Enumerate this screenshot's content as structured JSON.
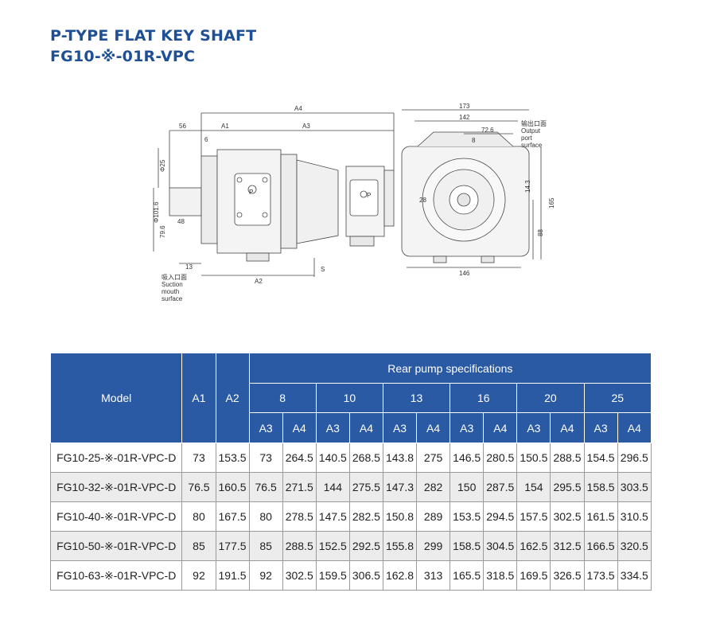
{
  "title": {
    "line1": "P-TYPE FLAT KEY SHAFT",
    "line2": "FG10-※-01R-VPC"
  },
  "drawing": {
    "dims": {
      "a4": "A4",
      "a1": "A1",
      "a3": "A3",
      "a2": "A2",
      "d56": "56",
      "d6": "6",
      "d48": "48",
      "d13": "13",
      "s": "S",
      "phi25": "Φ25",
      "phi101": "Φ101.6",
      "d79": "79.6",
      "d173": "173",
      "d142": "142",
      "d72": "72.6",
      "d8": "8",
      "d146": "146",
      "d165": "165",
      "d88": "88",
      "d14": "14.3",
      "d28": "28"
    },
    "port_label": "P",
    "suction_label": [
      "吸入口面",
      "Suction",
      "mouth",
      "surface"
    ],
    "output_label": [
      "输出口面",
      "Output",
      "port",
      "surface"
    ]
  },
  "table": {
    "header": {
      "model": "Model",
      "a1": "A1",
      "a2": "A2",
      "rear": "Rear pump specifications",
      "groups": [
        "8",
        "10",
        "13",
        "16",
        "20",
        "25"
      ],
      "sub": [
        "A3",
        "A4"
      ]
    },
    "rows": [
      [
        "FG10-25-※-01R-VPC-D",
        "73",
        "153.5",
        "73",
        "264.5",
        "140.5",
        "268.5",
        "143.8",
        "275",
        "146.5",
        "280.5",
        "150.5",
        "288.5",
        "154.5",
        "296.5"
      ],
      [
        "FG10-32-※-01R-VPC-D",
        "76.5",
        "160.5",
        "76.5",
        "271.5",
        "144",
        "275.5",
        "147.3",
        "282",
        "150",
        "287.5",
        "154",
        "295.5",
        "158.5",
        "303.5"
      ],
      [
        "FG10-40-※-01R-VPC-D",
        "80",
        "167.5",
        "80",
        "278.5",
        "147.5",
        "282.5",
        "150.8",
        "289",
        "153.5",
        "294.5",
        "157.5",
        "302.5",
        "161.5",
        "310.5"
      ],
      [
        "FG10-50-※-01R-VPC-D",
        "85",
        "177.5",
        "85",
        "288.5",
        "152.5",
        "292.5",
        "155.8",
        "299",
        "158.5",
        "304.5",
        "162.5",
        "312.5",
        "166.5",
        "320.5"
      ],
      [
        "FG10-63-※-01R-VPC-D",
        "92",
        "191.5",
        "92",
        "302.5",
        "159.5",
        "306.5",
        "162.8",
        "313",
        "165.5",
        "318.5",
        "169.5",
        "326.5",
        "173.5",
        "334.5"
      ]
    ]
  }
}
